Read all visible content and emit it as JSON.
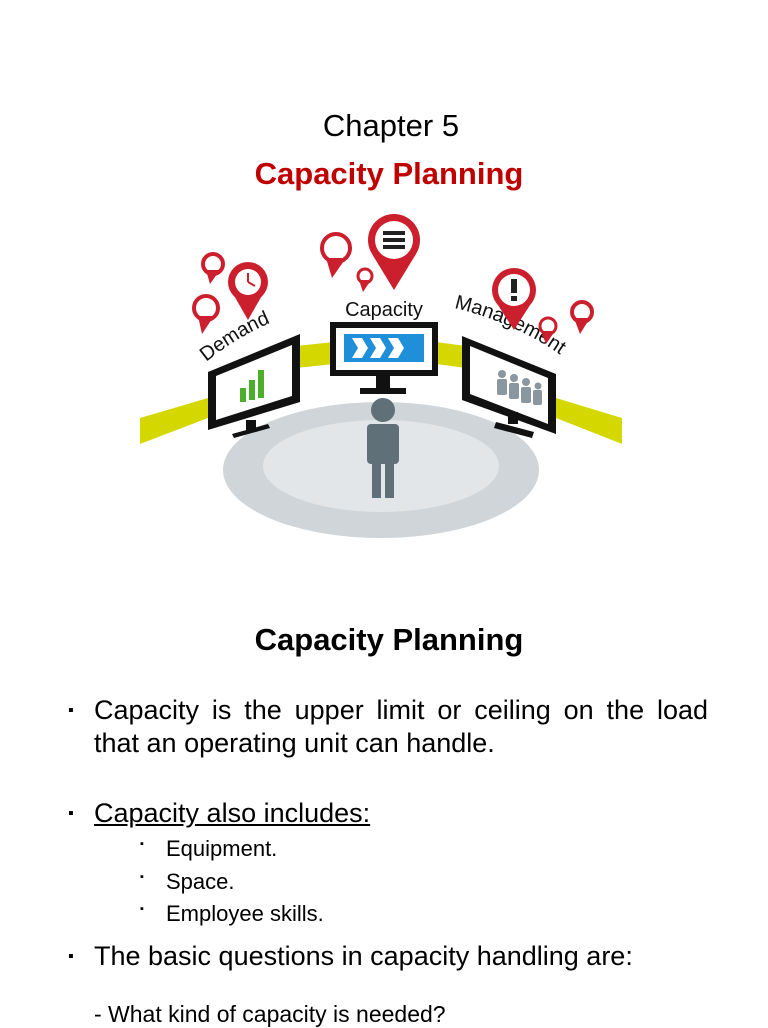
{
  "header": {
    "chapter": "Chapter 5",
    "subtitle": "Capacity Planning"
  },
  "illustration": {
    "labels": {
      "demand": "Demand",
      "capacity": "Capacity",
      "management": "Management"
    },
    "colors": {
      "accent_red": "#c00000",
      "pin_red": "#cc1f2d",
      "track_yellow": "#d4d800",
      "floor_gray": "#d0d5d9",
      "screen_blue": "#1e8fd8",
      "figure_gray": "#5f7078"
    },
    "icons": [
      "clock-icon",
      "menu-icon",
      "exclamation-icon",
      "bar-chart-icon",
      "arrows-icon",
      "people-icon",
      "person-icon"
    ]
  },
  "content": {
    "section_title": "Capacity Planning",
    "bullet_symbol": "▪",
    "bullets": [
      {
        "text": "Capacity is the upper limit or ceiling on the load that an operating unit can handle."
      },
      {
        "text": "Capacity also includes:"
      },
      {
        "text": "The basic questions in capacity handling are:"
      }
    ],
    "subitems": [
      "Equipment.",
      "Space.",
      "Employee skills."
    ],
    "questions": [
      "- What kind of capacity is needed?"
    ]
  }
}
